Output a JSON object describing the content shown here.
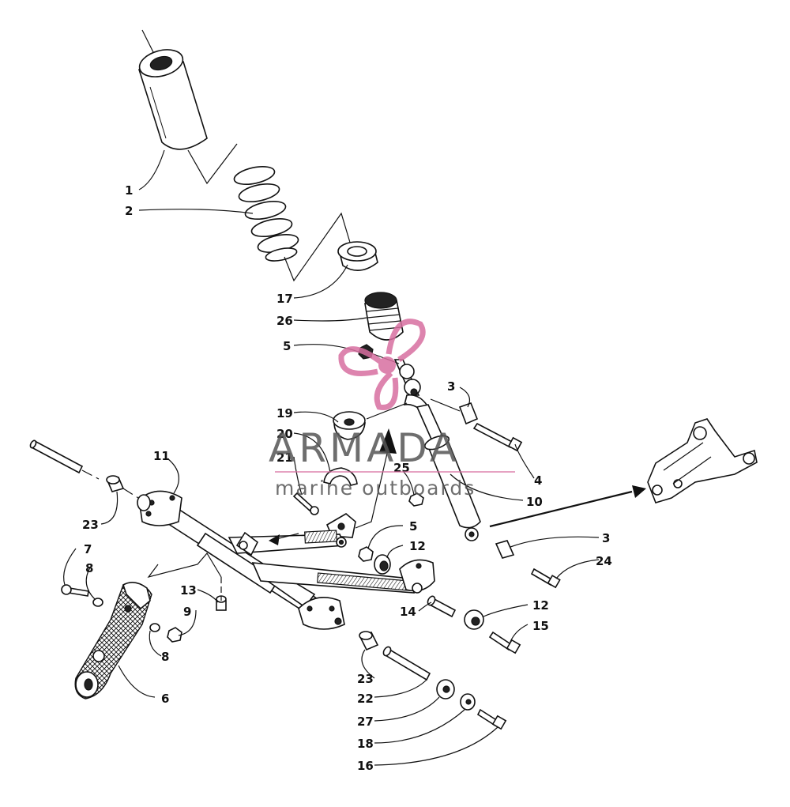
{
  "watermark": {
    "brand": "ARMADA",
    "tagline": "marine outboards",
    "accent": "#d86fa0",
    "text_color": "#555555"
  },
  "labels": {
    "l1": "1",
    "l2": "2",
    "l17": "17",
    "l26": "26",
    "l5a": "5",
    "l3a": "3",
    "l19": "19",
    "l20": "20",
    "l21": "21",
    "l11": "11",
    "l25": "25",
    "l4": "4",
    "l10": "10",
    "l23a": "23",
    "l5b": "5",
    "l12a": "12",
    "l3b": "3",
    "l24": "24",
    "l7": "7",
    "l8a": "8",
    "l13": "13",
    "l9": "9",
    "l14": "14",
    "l12b": "12",
    "l15": "15",
    "l8b": "8",
    "l6": "6",
    "l23b": "23",
    "l22": "22",
    "l27": "27",
    "l18": "18",
    "l16": "16"
  }
}
